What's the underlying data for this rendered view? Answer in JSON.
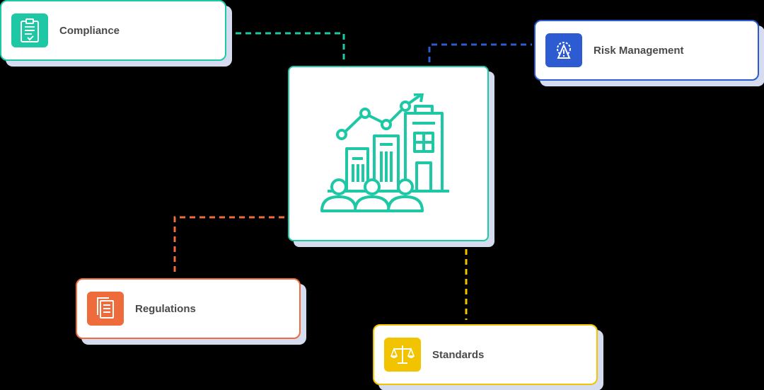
{
  "hub": {
    "icon": "business-growth-icon"
  },
  "nodes": {
    "compliance": {
      "label": "Compliance",
      "icon": "clipboard-check-icon",
      "color": "#1ec8a5"
    },
    "risk": {
      "label": "Risk Management",
      "icon": "warning-gear-icon",
      "color": "#2d5bd1"
    },
    "regulations": {
      "label": "Regulations",
      "icon": "documents-icon",
      "color": "#ee6b3c"
    },
    "standards": {
      "label": "Standards",
      "icon": "scales-icon",
      "color": "#f2c400"
    }
  }
}
